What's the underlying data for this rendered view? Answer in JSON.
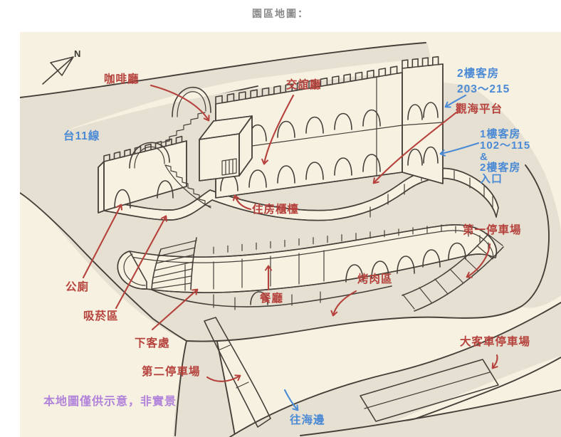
{
  "title": "園區地圖：",
  "compass": {
    "label": "N"
  },
  "labels": {
    "coffee": {
      "text": "咖啡廳"
    },
    "route11": {
      "text": "台11線"
    },
    "lounge": {
      "text": "交誼廳"
    },
    "rooms_2f": {
      "text": "2樓客房\n203～215"
    },
    "sea_platform": {
      "text": "觀海平台"
    },
    "rooms_1f": {
      "text": "1樓客房\n102～115\n&\n2樓客房\n入口"
    },
    "reception": {
      "text": "住房櫃檯"
    },
    "parking_1": {
      "text": "第一停車場"
    },
    "toilet": {
      "text": "公廁"
    },
    "bbq": {
      "text": "烤肉區"
    },
    "restaurant": {
      "text": "餐廳"
    },
    "smoking": {
      "text": "吸菸區"
    },
    "dropoff": {
      "text": "下客處"
    },
    "bus_parking": {
      "text": "大客車停車場"
    },
    "parking_2": {
      "text": "第二停車場"
    },
    "to_sea": {
      "text": "往海邊"
    },
    "disclaimer": {
      "text": "本地圖僅供示意，非實景"
    }
  },
  "colors": {
    "label_red": "#b5423c",
    "label_blue": "#4b8ad5",
    "disclaimer_purple": "#b183da",
    "title_gray": "#8a8a8a",
    "line_ink": "#45413a",
    "map_background": "#f7f1e1",
    "road_gray": "#e5e0d2"
  }
}
